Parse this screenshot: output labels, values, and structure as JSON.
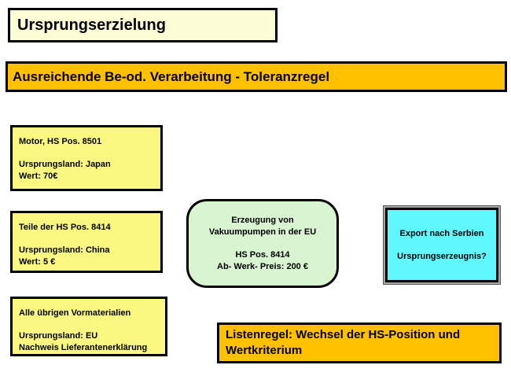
{
  "slide": {
    "title": "Ursprungserzielung",
    "banner": "Ausreichende Be-od. Verarbeitung - Toleranzregel"
  },
  "material_boxes": [
    {
      "title": "Motor, HS Pos. 8501",
      "origin": "Ursprungsland: Japan",
      "detail": "Wert: 70€"
    },
    {
      "title": "Teile der HS Pos. 8414",
      "origin": "Ursprungsland: China",
      "detail": "Wert: 5 €"
    },
    {
      "title": "Alle übrigen Vormaterialien",
      "origin": "Ursprungsland: EU",
      "detail": "Nachweis Lieferantenerklärung"
    }
  ],
  "process_box": {
    "line1": "Erzeugung von",
    "line2": "Vakuumpumpen in der EU",
    "line3": "HS Pos. 8414",
    "line4": "Ab- Werk- Preis: 200 €"
  },
  "export_box": {
    "line1": "Export nach Serbien",
    "line2": "Ursprungserzeugnis?"
  },
  "rule_box": {
    "line1": "Listenregel: Wechsel der HS-Position und",
    "line2": "Wertkriterium"
  },
  "colors": {
    "title_bg": "#FDFCD5",
    "banner_bg": "#FFC000",
    "material_bg": "#FAF880",
    "process_bg": "#D8F4D0",
    "export_bg": "#5FF8FE",
    "border": "#000000"
  }
}
